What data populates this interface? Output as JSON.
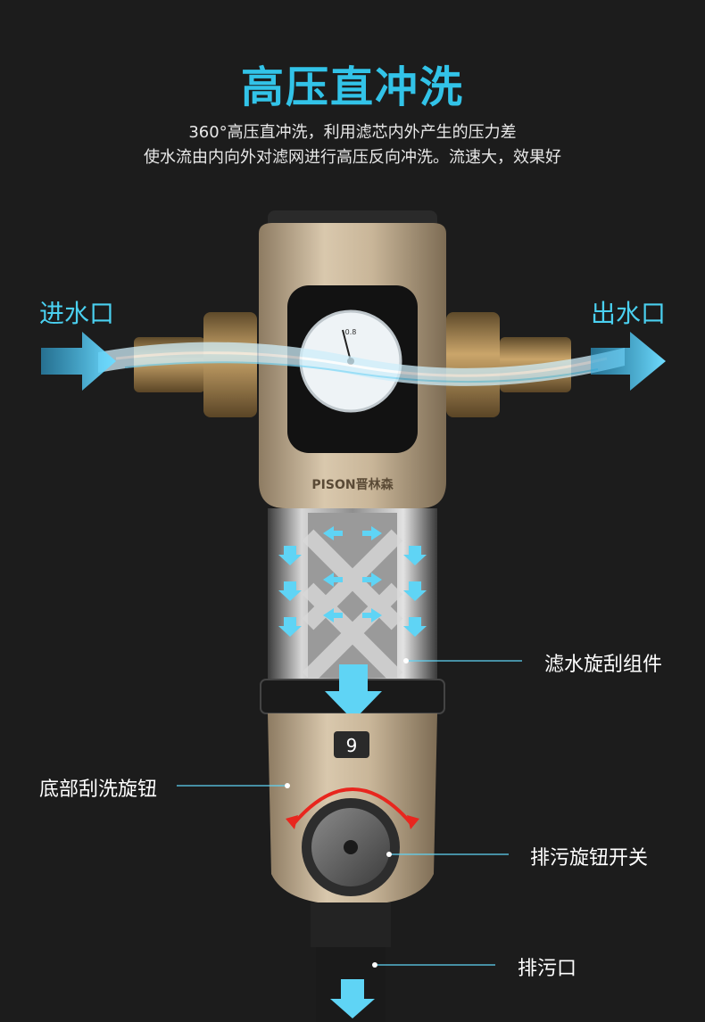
{
  "headline": "高压直冲洗",
  "subtitle_lines": [
    "360°高压直冲洗，利用滤芯内外产生的压力差",
    "使水流由内向外对滤网进行高压反向冲洗。流速大，效果好"
  ],
  "labels": {
    "inlet": "进水口",
    "outlet": "出水口",
    "filter_assembly": "滤水旋刮组件",
    "bottom_knob": "底部刮洗旋钮",
    "drain_switch": "排污旋钮开关",
    "drain_outlet": "排污口"
  },
  "product": {
    "brand_mark": "PISON晋林森",
    "dial_number": "9",
    "gauge_reading": "0.8"
  },
  "colors": {
    "accent": "#32c3e8",
    "arrow": "#5fd4f5",
    "body_gold": "#c8b69a",
    "background": "#1c1c1c"
  }
}
